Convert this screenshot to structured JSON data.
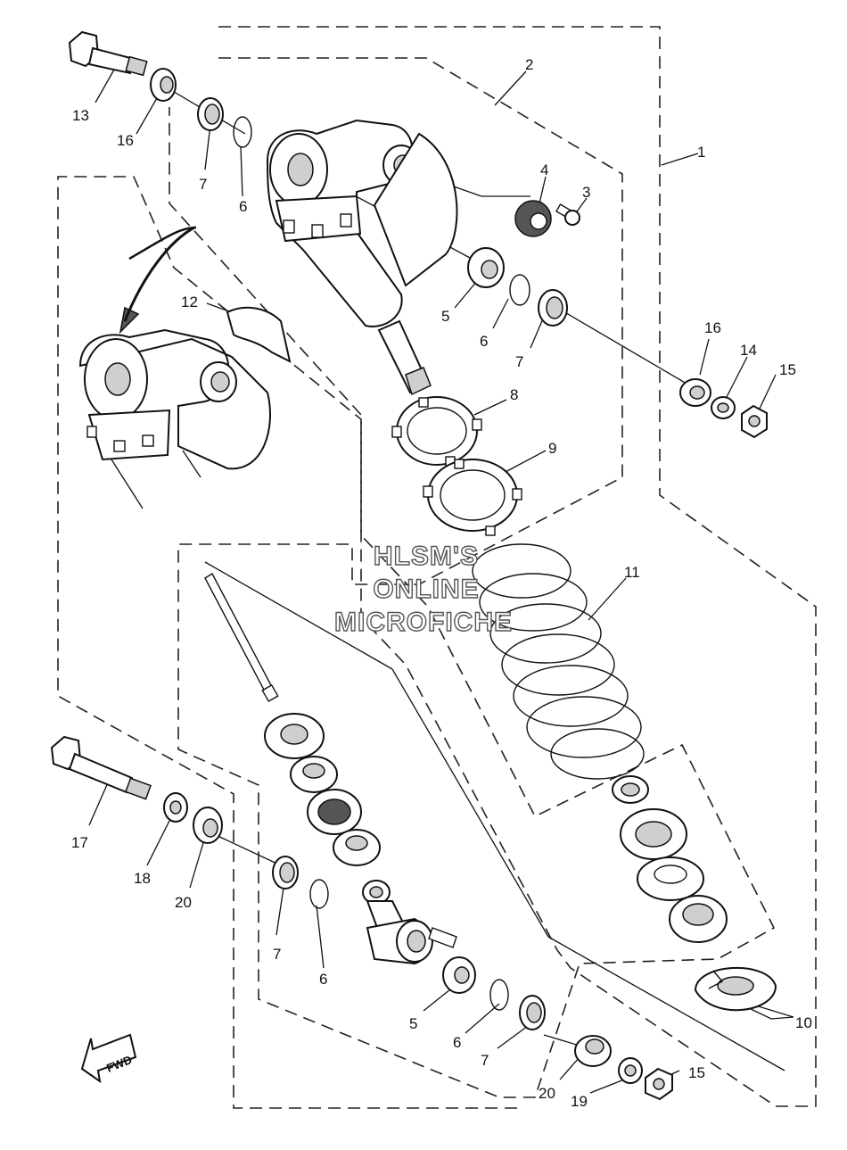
{
  "diagram": {
    "callouts": {
      "c1": "1",
      "c2": "2",
      "c3": "3",
      "c4": "4",
      "c5a": "5",
      "c5b": "5",
      "c6a": "6",
      "c6b": "6",
      "c6c": "6",
      "c6d": "6",
      "c7a": "7",
      "c7b": "7",
      "c7c": "7",
      "c7d": "7",
      "c8": "8",
      "c9": "9",
      "c10": "10",
      "c11": "11",
      "c12": "12",
      "c13": "13",
      "c14": "14",
      "c15a": "15",
      "c15b": "15",
      "c16a": "16",
      "c16b": "16",
      "c17": "17",
      "c18": "18",
      "c19": "19",
      "c20a": "20",
      "c20b": "20"
    },
    "watermark": {
      "line1": "HLSM'S",
      "line2": "ONLINE",
      "line3": "MICROFICHE"
    },
    "direction_label": "FWD"
  }
}
